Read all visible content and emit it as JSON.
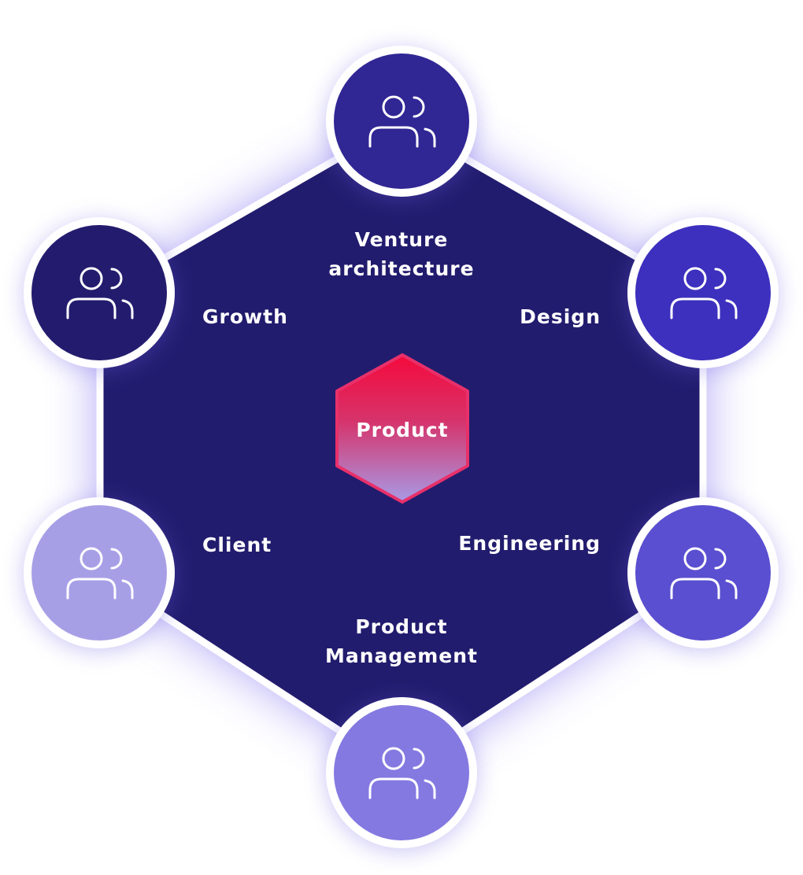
{
  "center": {
    "label": "Product",
    "gradient_top": "#f50a3c",
    "gradient_bottom": "#a89be6",
    "border": "#e8306a"
  },
  "hexagon": {
    "fill": "#221c6e",
    "stroke": "#ffffff",
    "glow": "#8b7cf0"
  },
  "nodes": [
    {
      "id": "top",
      "icon": "users-icon",
      "color": "#302694"
    },
    {
      "id": "upper-right",
      "icon": "users-icon",
      "color": "#3d30be"
    },
    {
      "id": "lower-right",
      "icon": "users-icon",
      "color": "#5a4fd0"
    },
    {
      "id": "bottom",
      "icon": "users-icon",
      "color": "#8479e1"
    },
    {
      "id": "lower-left",
      "icon": "users-icon",
      "color": "#a79fe6"
    },
    {
      "id": "upper-left",
      "icon": "users-icon",
      "color": "#231c6e"
    }
  ],
  "labels": {
    "venture": [
      "Venture",
      "architecture"
    ],
    "design": "Design",
    "engineering": "Engineering",
    "product_management": [
      "Product",
      "Management"
    ],
    "client": "Client",
    "growth": "Growth"
  }
}
